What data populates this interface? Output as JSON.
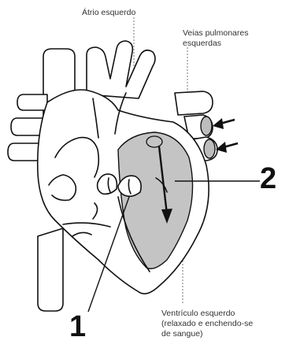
{
  "labels": {
    "left_atrium": "Átrio esquerdo",
    "pulmonary_veins_line1": "Veias pulmonares",
    "pulmonary_veins_line2": "esquerdas",
    "left_ventricle_line1": "Ventrículo esquerdo",
    "left_ventricle_line2": "(relaxado e enchendo-se",
    "left_ventricle_line3": "de sangue)"
  },
  "callouts": {
    "one": "1",
    "two": "2"
  },
  "colors": {
    "ventricle_fill": "#c4c4c4",
    "outline": "#111111",
    "background": "#ffffff"
  }
}
